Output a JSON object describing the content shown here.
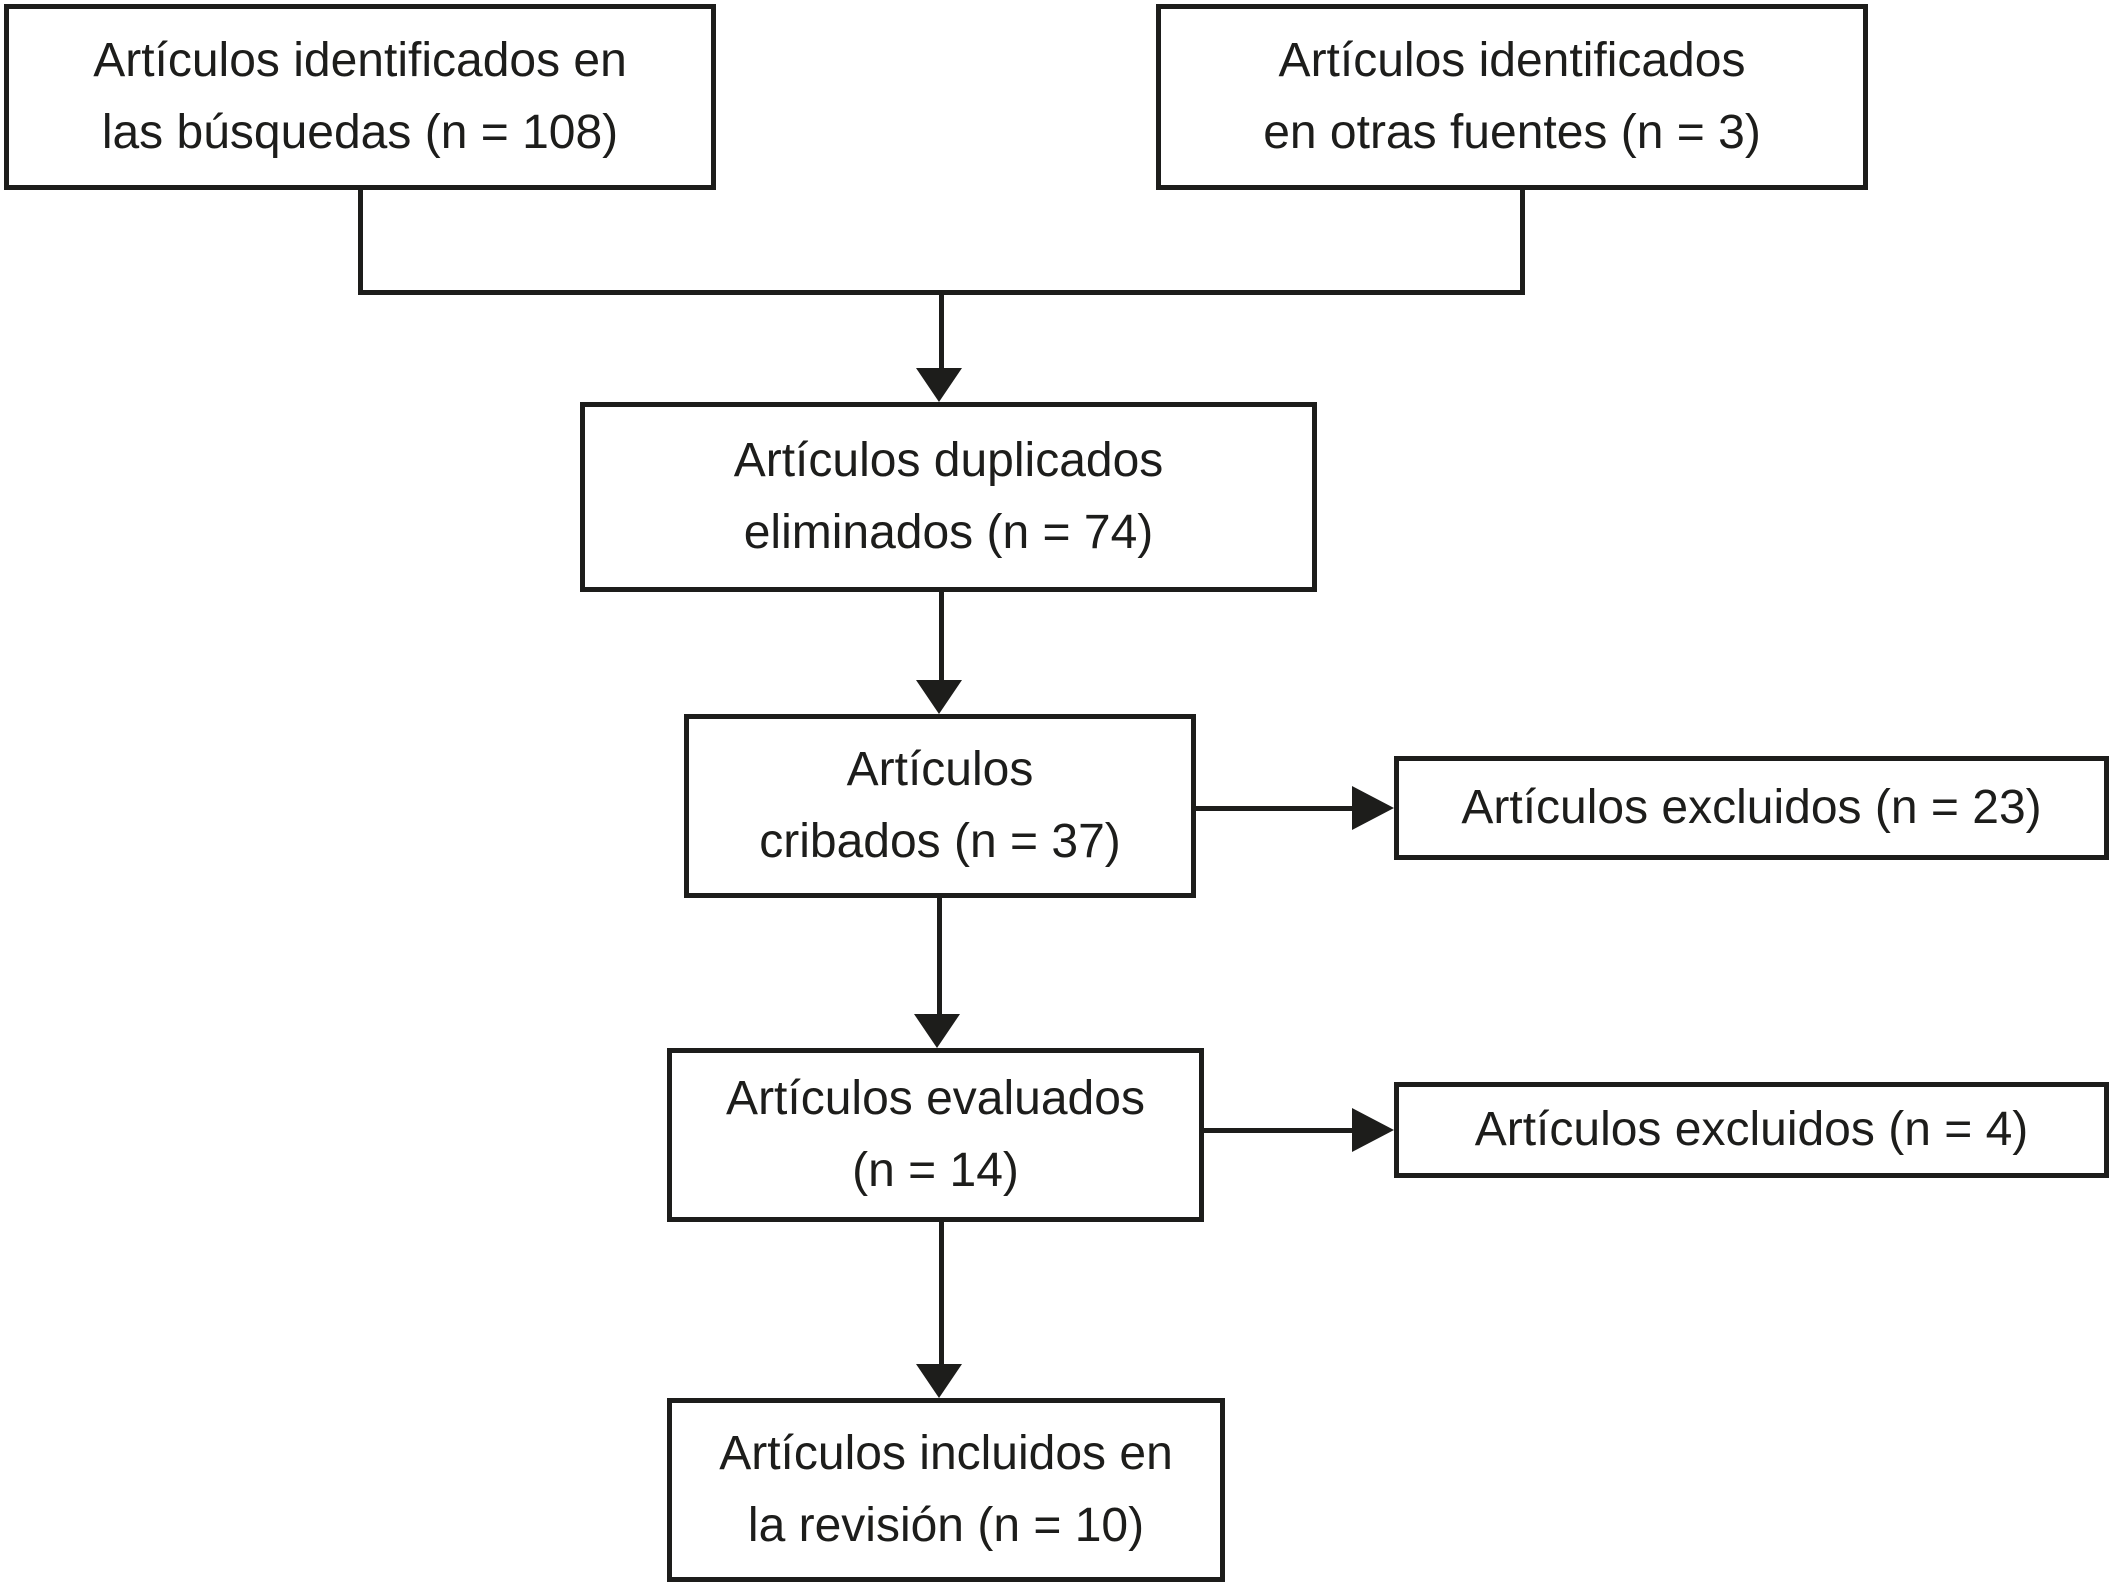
{
  "colors": {
    "background": "#ffffff",
    "line": "#1d1d1b"
  },
  "counts": {
    "identified_searches": 108,
    "identified_other_sources": 3,
    "duplicates_removed": 74,
    "screened": 37,
    "excluded_screening": 23,
    "assessed": 14,
    "excluded_assessment": 4,
    "included": 10
  },
  "nodes": {
    "identified_searches": {
      "line1": "Artículos identificados en",
      "line2": "las búsquedas (n = 108)"
    },
    "identified_other_sources": {
      "line1": "Artículos identificados",
      "line2": "en otras fuentes (n = 3)"
    },
    "duplicates_removed": {
      "line1": "Artículos duplicados",
      "line2": "eliminados (n = 74)"
    },
    "screened": {
      "line1": "Artículos",
      "line2": "cribados (n = 37)"
    },
    "excluded_screening": {
      "line1": "Artículos excluidos (n = 23)"
    },
    "assessed": {
      "line1": "Artículos evaluados",
      "line2": "(n = 14)"
    },
    "excluded_assessment": {
      "line1": "Artículos excluidos (n = 4)"
    },
    "included": {
      "line1": "Artículos incluidos en",
      "line2": "la revisión (n = 10)"
    }
  }
}
